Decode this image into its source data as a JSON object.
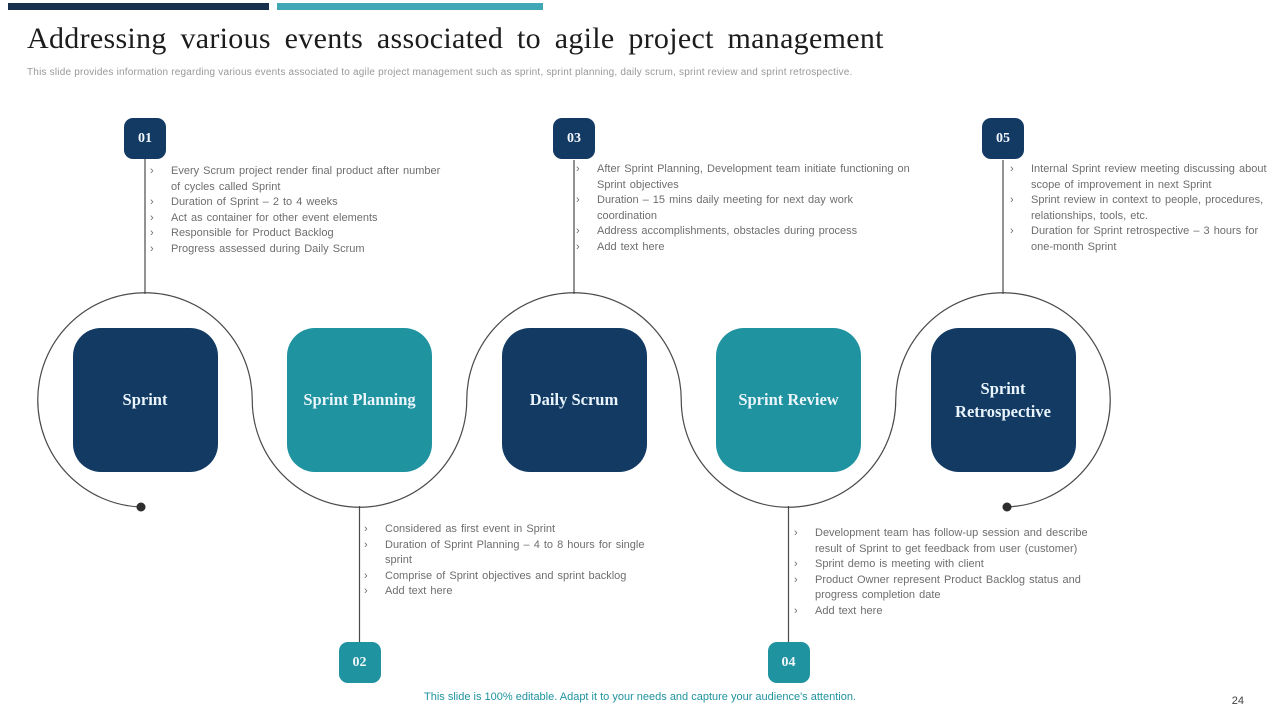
{
  "slide": {
    "title": "Addressing various events associated to agile project management",
    "subtitle": "This slide provides information regarding various events associated to agile project management such as sprint, sprint planning, daily scrum, sprint review and sprint retrospective.",
    "footer_note": "This slide is 100% editable. Adapt it to your needs and capture your audience's attention.",
    "page_number": "24"
  },
  "colors": {
    "navy": "#123a63",
    "teal": "#1f939f",
    "bar_navy": "#16304d",
    "bar_teal": "#3fa7b5",
    "bullet_text": "#6e6e6e",
    "curve": "#4a4a4a"
  },
  "bullet_marker": "›",
  "events": [
    {
      "number": "01",
      "label": "Sprint",
      "accent": "navy",
      "bullets": [
        "Every Scrum project render final product after number of cycles called Sprint",
        "Duration of Sprint – 2 to 4 weeks",
        "Act as container for other event elements",
        "Responsible for Product Backlog",
        "Progress assessed during Daily Scrum"
      ]
    },
    {
      "number": "02",
      "label": "Sprint Planning",
      "accent": "teal",
      "bullets": [
        "Considered as first event in Sprint",
        "Duration of Sprint Planning – 4 to 8 hours for single sprint",
        "Comprise of Sprint objectives and sprint backlog",
        "Add text here"
      ]
    },
    {
      "number": "03",
      "label": "Daily Scrum",
      "accent": "navy",
      "bullets": [
        "After Sprint Planning, Development team initiate functioning on Sprint objectives",
        "Duration – 15 mins daily meeting for next day work coordination",
        "Address accomplishments, obstacles during process",
        "Add text here"
      ]
    },
    {
      "number": "04",
      "label": "Sprint Review",
      "accent": "teal",
      "bullets": [
        "Development team has follow-up session and describe result of Sprint to get feedback from user (customer)",
        "Sprint demo is meeting with client",
        "Product Owner represent Product Backlog status and progress completion date",
        "Add text here"
      ]
    },
    {
      "number": "05",
      "label": "Sprint Retrospective",
      "accent": "navy",
      "bullets": [
        "Internal Sprint review meeting discussing about scope of improvement in next Sprint",
        "Sprint review in context to people, procedures, relationships, tools, etc.",
        "Duration for Sprint retrospective – 3 hours for one-month Sprint"
      ]
    }
  ]
}
